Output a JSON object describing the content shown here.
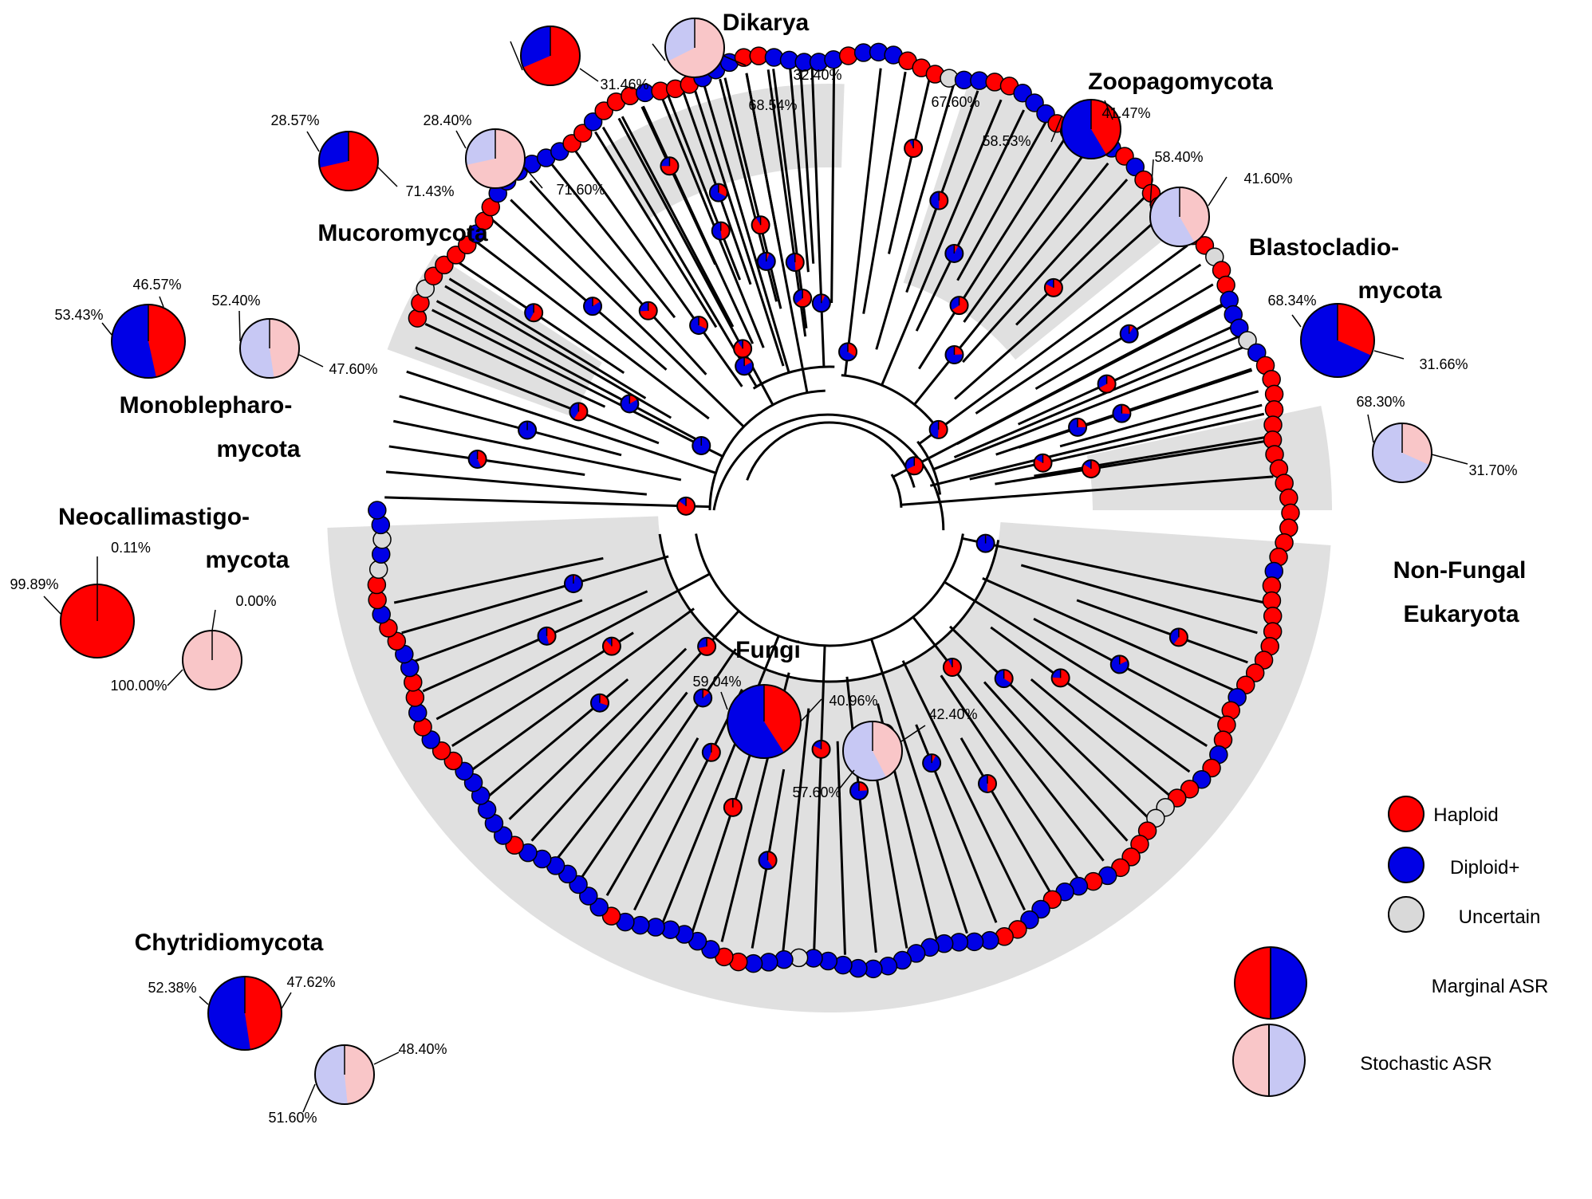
{
  "colors": {
    "haploid": "#ff0000",
    "diploid": "#0000e6",
    "uncertain": "#d9d9d9",
    "haploid_light": "#f9c6c8",
    "diploid_light": "#c7c8f4",
    "shading": "#e0e0e0"
  },
  "clades": {
    "dikarya": "Dikarya",
    "zoopagomycota": "Zoopagomycota",
    "mucoromycota": "Mucoromycota",
    "blastocladio_1": "Blastocladio-",
    "blastocladio_2": "mycota",
    "monoblepharo_1": "Monoblepharo-",
    "monoblepharo_2": "mycota",
    "neocallimastigo_1": "Neocallimastigo-",
    "neocallimastigo_2": "mycota",
    "nonfungal_1": "Non-Fungal",
    "nonfungal_2": "Eukaryota",
    "fungi": "Fungi",
    "chytridiomycota": "Chytridiomycota"
  },
  "pies": {
    "dikarya_marginal": {
      "diploid": "31.46%",
      "haploid": "68.54%"
    },
    "dikarya_stochastic": {
      "diploid": "32.40%",
      "haploid": "67.60%"
    },
    "zoopago_marginal": {
      "diploid": "58.53%",
      "haploid": "41.47%"
    },
    "zoopago_stochastic": {
      "diploid": "58.40%",
      "haploid": "41.60%"
    },
    "mucoro_marginal": {
      "diploid": "28.57%",
      "haploid": "71.43%"
    },
    "mucoro_stochastic": {
      "diploid": "28.40%",
      "haploid": "71.60%"
    },
    "blasto_marginal": {
      "diploid": "68.34%",
      "haploid": "31.66%"
    },
    "blasto_stochastic": {
      "diploid": "68.30%",
      "haploid": "31.70%"
    },
    "monoble_marginal": {
      "diploid": "53.43%",
      "haploid": "46.57%"
    },
    "monoble_stochastic": {
      "diploid": "52.40%",
      "haploid": "47.60%"
    },
    "neocalli_marginal": {
      "diploid": "0.11%",
      "haploid": "99.89%"
    },
    "neocalli_stochastic": {
      "diploid": "0.00%",
      "haploid": "100.00%"
    },
    "fungi_marginal": {
      "diploid": "59.04%",
      "haploid": "40.96%"
    },
    "fungi_stochastic": {
      "diploid": "57.60%",
      "haploid": "42.40%"
    },
    "chytri_marginal": {
      "diploid": "52.38%",
      "haploid": "47.62%"
    },
    "chytri_stochastic": {
      "diploid": "51.60%",
      "haploid": "48.40%"
    }
  },
  "legend": {
    "haploid": "Haploid",
    "diploid": "Diploid+",
    "uncertain": "Uncertain",
    "marginal": "Marginal ASR",
    "stochastic": "Stochastic ASR"
  }
}
